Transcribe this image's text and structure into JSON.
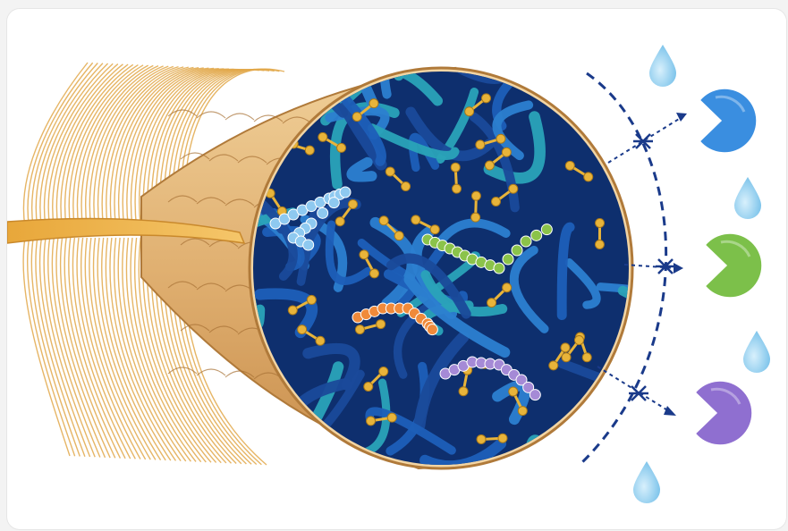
{
  "figure": {
    "subject": "feather",
    "fiber_cross_section": {
      "matrix_strand_colors": [
        "#1e5fb8",
        "#2c7fd0",
        "#2aa3b8",
        "#1a4a9a"
      ],
      "crosslink_color": "#e8b43a",
      "peptide_chains": [
        {
          "color": "#8ec9f0",
          "name_icon": "peptide-chain-light-blue"
        },
        {
          "color": "#8bc34a",
          "name_icon": "peptide-chain-green"
        },
        {
          "color": "#f08a3a",
          "name_icon": "peptide-chain-orange"
        },
        {
          "color": "#a58ad6",
          "name_icon": "peptide-chain-purple"
        }
      ]
    },
    "enzymes": [
      {
        "color": "#3a8ee0",
        "icon": "enzyme-pacman-blue"
      },
      {
        "color": "#7cc04a",
        "icon": "enzyme-pacman-green"
      },
      {
        "color": "#8f6fd0",
        "icon": "enzyme-pacman-purple"
      }
    ],
    "barrier": {
      "color": "#1a3a8a",
      "style": "dashed",
      "blocked_marker": "x-marker-icon"
    },
    "water_droplet_color": "#7ec8ee"
  }
}
